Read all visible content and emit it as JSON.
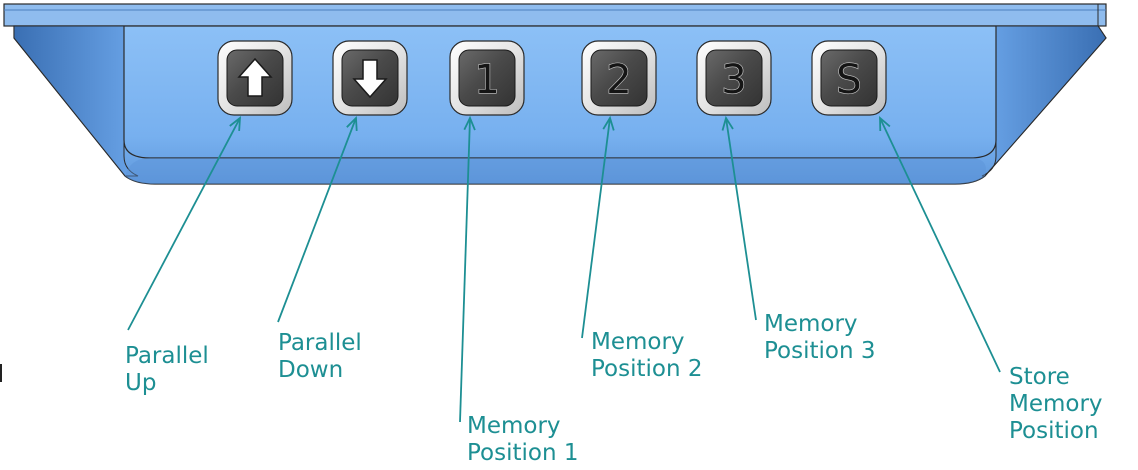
{
  "colors": {
    "housing_blue": "#7eb6f2",
    "housing_dark": "#3d74b8",
    "callout_teal": "#1d8f93",
    "button_face": "#4a4a4a",
    "button_bezel": "#e6e6e6"
  },
  "buttons": [
    {
      "id": "up",
      "icon": "arrow-up-icon",
      "glyph": ""
    },
    {
      "id": "down",
      "icon": "arrow-down-icon",
      "glyph": ""
    },
    {
      "id": "mem1",
      "icon": "",
      "glyph": "1"
    },
    {
      "id": "mem2",
      "icon": "",
      "glyph": "2"
    },
    {
      "id": "mem3",
      "icon": "",
      "glyph": "3"
    },
    {
      "id": "store",
      "icon": "",
      "glyph": "S"
    }
  ],
  "labels": [
    {
      "for": "up",
      "line1": "Parallel",
      "line2": "Up",
      "line3": ""
    },
    {
      "for": "down",
      "line1": "Parallel",
      "line2": "Down",
      "line3": ""
    },
    {
      "for": "mem1",
      "line1": "Memory",
      "line2": "Position 1",
      "line3": ""
    },
    {
      "for": "mem2",
      "line1": "Memory",
      "line2": "Position 2",
      "line3": ""
    },
    {
      "for": "mem3",
      "line1": "Memory",
      "line2": "Position 3",
      "line3": ""
    },
    {
      "for": "store",
      "line1": "Store",
      "line2": "Memory",
      "line3": "Position"
    }
  ]
}
